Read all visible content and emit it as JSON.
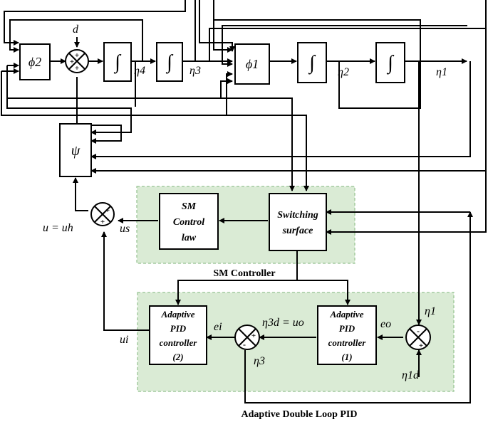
{
  "diagram": {
    "blocks": {
      "phi2": "ϕ2",
      "int1": "∫",
      "int2": "∫",
      "phi1": "ϕ1",
      "int3": "∫",
      "int4": "∫",
      "psi": "ψ",
      "sm_law": [
        "SM",
        "Control",
        "law"
      ],
      "switching": [
        "Switching",
        "surface"
      ],
      "pid2": [
        "Adaptive",
        "PID",
        "controller",
        "(2)"
      ],
      "pid1": [
        "Adaptive",
        "PID",
        "controller",
        "(1)"
      ]
    },
    "signals": {
      "d": "d",
      "eta4": "η4",
      "eta3": "η3",
      "eta2": "η2",
      "eta1": "η1",
      "u_eq": "u = uh",
      "us": "us",
      "ui": "ui",
      "ei": "ei",
      "eta3d": "η3d = uo",
      "eo": "eo",
      "eta3_fb": "η3",
      "eta1_fb": "η1",
      "eta1d": "η1d"
    },
    "regions": {
      "sm": "SM Controller",
      "pid": "Adaptive Double Loop PID"
    }
  }
}
